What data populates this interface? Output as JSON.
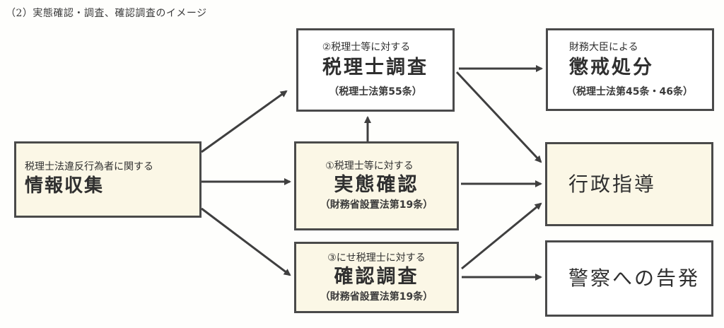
{
  "title": "（2）実態確認・調査、確認調査のイメージ",
  "nodes": {
    "info": {
      "sub": "税理士法違反行為者に関する",
      "main": "情報収集"
    },
    "survey": {
      "sub": "②税理士等に対する",
      "main": "税理士調査",
      "law": "（税理士法第55条）"
    },
    "inspection": {
      "sub": "①税理士等に対する",
      "main": "実態確認",
      "law": "（財務省設置法第19条）"
    },
    "confirm": {
      "sub": "③にせ税理士に対する",
      "main": "確認調査",
      "law": "（財務省設置法第19条）"
    },
    "discipline": {
      "sub": "財務大臣による",
      "main": "懲戒処分",
      "law": "（税理士法第45条・46条）"
    },
    "guidance": {
      "main": "行政指導"
    },
    "police": {
      "main": "警察への告発"
    }
  },
  "edges": [
    {
      "from": "info",
      "to": "survey"
    },
    {
      "from": "info",
      "to": "inspection"
    },
    {
      "from": "info",
      "to": "confirm"
    },
    {
      "from": "inspection",
      "to": "survey"
    },
    {
      "from": "survey",
      "to": "discipline"
    },
    {
      "from": "survey",
      "to": "guidance"
    },
    {
      "from": "inspection",
      "to": "guidance"
    },
    {
      "from": "confirm",
      "to": "guidance"
    },
    {
      "from": "confirm",
      "to": "police"
    }
  ],
  "colors": {
    "line": "#3f3f3f",
    "tint": "#fbf7e6"
  }
}
